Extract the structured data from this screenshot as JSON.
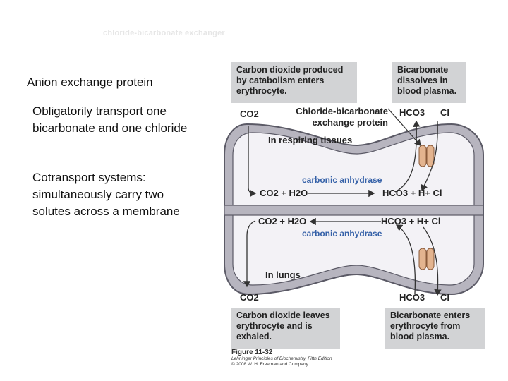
{
  "slide": {
    "title": "chloride-bicarbonate exchanger",
    "bullets": [
      "Anion exchange protein",
      "Obligatorily transport one bicarbonate and one chloride",
      "Cotransport systems: simultaneously carry two solutes across a membrane"
    ]
  },
  "figure": {
    "box_co2_enters": "Carbon dioxide produced by catabolism enters erythrocyte.",
    "box_bicarb_dissolves": "Bicarbonate dissolves in blood plasma.",
    "box_co2_leaves": "Carbon dioxide leaves erythrocyte and is exhaled.",
    "box_bicarb_enters": "Bicarbonate enters erythrocyte from blood plasma.",
    "protein_label": "Chloride-bicarbonate exchange protein",
    "respiring_label": "In respiring tissues",
    "lungs_label": "In lungs",
    "enzyme_label": "carbonic anhydrase",
    "reaction_co2_h2o": "CO2 + H2O",
    "reaction_products": "HCO3 + H+ Cl",
    "co2": "CO2",
    "hco3": "HCO3",
    "cl": "Cl",
    "caption_title": "Figure 11-32",
    "caption_book": "Lehninger Principles of Biochemistry, Fifth Edition",
    "caption_copyright": "© 2008 W. H. Freeman and Company"
  }
}
